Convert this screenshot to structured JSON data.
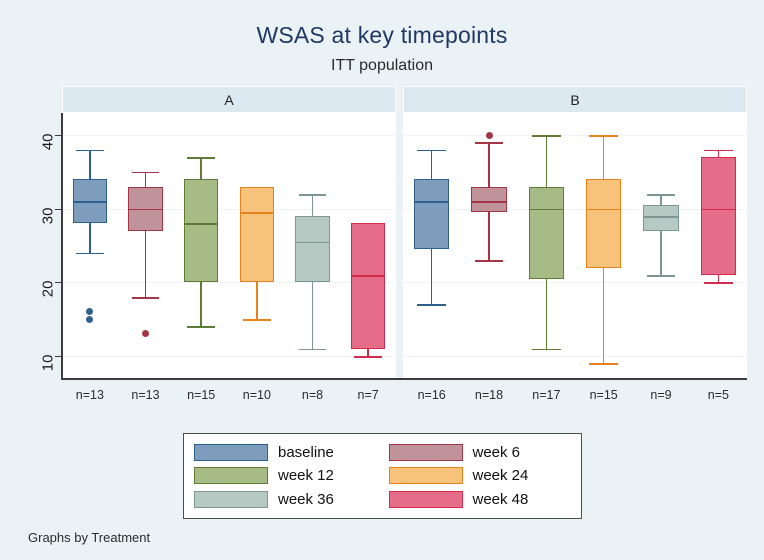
{
  "header": {
    "title": "WSAS at key timepoints",
    "subtitle": "ITT population",
    "note": "Graphs by Treatment"
  },
  "legend": {
    "items": [
      {
        "label": "baseline",
        "fill": "#7e9cbb",
        "border": "#2f5f8c"
      },
      {
        "label": "week 6",
        "fill": "#c0929a",
        "border": "#a33547"
      },
      {
        "label": "week 12",
        "fill": "#a7bb86",
        "border": "#5e7c36"
      },
      {
        "label": "week 24",
        "fill": "#f7c27a",
        "border": "#e8821c"
      },
      {
        "label": "week 36",
        "fill": "#b6c9c2",
        "border": "#7d9793"
      },
      {
        "label": "week 48",
        "fill": "#e56d89",
        "border": "#d42b4c"
      }
    ]
  },
  "chart_data": {
    "type": "box",
    "title": "WSAS at key timepoints",
    "subtitle": "ITT population",
    "xlabel": "",
    "ylabel": "",
    "ylim": [
      7,
      43
    ],
    "yticks": [
      10,
      20,
      30,
      40
    ],
    "grid": true,
    "legend_position": "bottom",
    "panel_variable": "Treatment",
    "series_names": [
      "baseline",
      "week 6",
      "week 12",
      "week 24",
      "week 36",
      "week 48"
    ],
    "panels": [
      {
        "name": "A",
        "boxes": [
          {
            "series": "baseline",
            "n_label": "n=13",
            "n": 13,
            "whisker_low": 24,
            "q1": 28,
            "median": 31,
            "q3": 34,
            "whisker_high": 38,
            "outliers": [
              16,
              15
            ]
          },
          {
            "series": "week 6",
            "n_label": "n=13",
            "n": 13,
            "whisker_low": 18,
            "q1": 27,
            "median": 30,
            "q3": 33,
            "whisker_high": 35,
            "outliers": [
              13
            ]
          },
          {
            "series": "week 12",
            "n_label": "n=15",
            "n": 15,
            "whisker_low": 14,
            "q1": 20,
            "median": 28,
            "q3": 34,
            "whisker_high": 37,
            "outliers": []
          },
          {
            "series": "week 24",
            "n_label": "n=10",
            "n": 10,
            "whisker_low": 15,
            "q1": 20,
            "median": 29.5,
            "q3": 33,
            "whisker_high": 33,
            "outliers": []
          },
          {
            "series": "week 36",
            "n_label": "n=8",
            "n": 8,
            "whisker_low": 11,
            "q1": 20,
            "median": 25.5,
            "q3": 29,
            "whisker_high": 32,
            "outliers": []
          },
          {
            "series": "week 48",
            "n_label": "n=7",
            "n": 7,
            "whisker_low": 10,
            "q1": 11,
            "median": 21,
            "q3": 28,
            "whisker_high": 28,
            "outliers": []
          }
        ]
      },
      {
        "name": "B",
        "boxes": [
          {
            "series": "baseline",
            "n_label": "n=16",
            "n": 16,
            "whisker_low": 17,
            "q1": 24.5,
            "median": 31,
            "q3": 34,
            "whisker_high": 38,
            "outliers": []
          },
          {
            "series": "week 6",
            "n_label": "n=18",
            "n": 18,
            "whisker_low": 23,
            "q1": 29.5,
            "median": 31,
            "q3": 33,
            "whisker_high": 39,
            "outliers": [
              40
            ]
          },
          {
            "series": "week 12",
            "n_label": "n=17",
            "n": 17,
            "whisker_low": 11,
            "q1": 20.5,
            "median": 30,
            "q3": 33,
            "whisker_high": 40,
            "outliers": []
          },
          {
            "series": "week 24",
            "n_label": "n=15",
            "n": 15,
            "whisker_low": 9,
            "q1": 22,
            "median": 30,
            "q3": 34,
            "whisker_high": 40,
            "outliers": []
          },
          {
            "series": "week 36",
            "n_label": "n=9",
            "n": 9,
            "whisker_low": 21,
            "q1": 27,
            "median": 29,
            "q3": 30.5,
            "whisker_high": 32,
            "outliers": []
          },
          {
            "series": "week 48",
            "n_label": "n=5",
            "n": 5,
            "whisker_low": 20,
            "q1": 21,
            "median": 30,
            "q3": 37,
            "whisker_high": 38,
            "outliers": []
          }
        ]
      }
    ]
  }
}
